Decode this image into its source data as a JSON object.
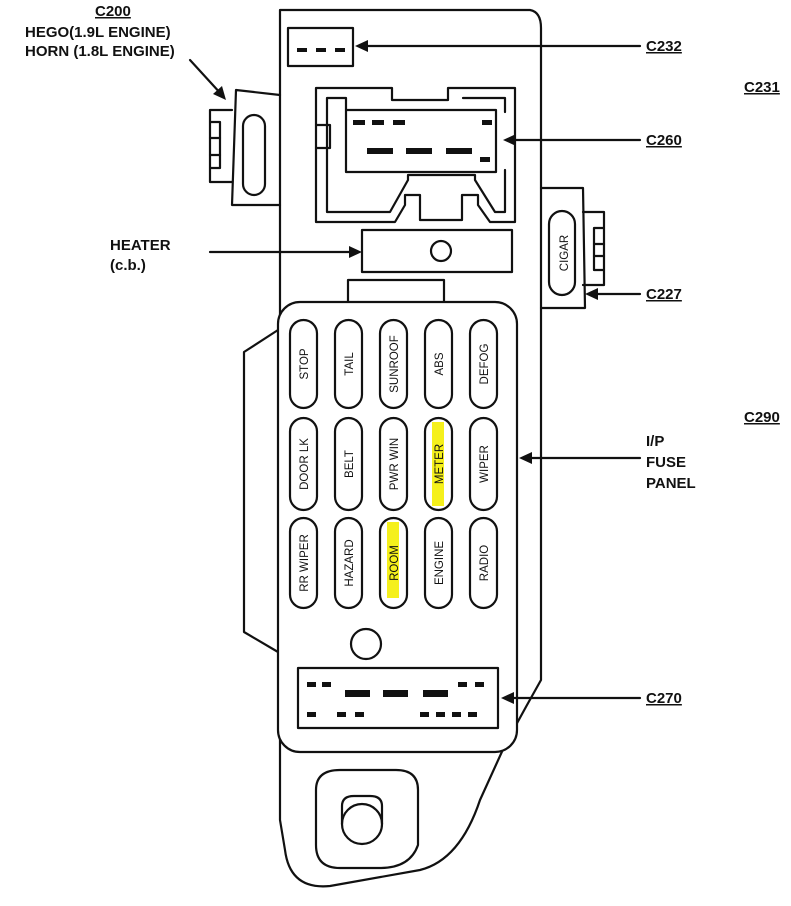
{
  "labels": {
    "c200": "C200",
    "hego": "HEGO(1.9L ENGINE)",
    "horn": "HORN (1.8L ENGINE)",
    "c232": "C232",
    "c231": "C231",
    "c260": "C260",
    "heater_1": "HEATER",
    "heater_2": "(c.b.)",
    "cigar": "CIGAR",
    "c227": "C227",
    "c290": "C290",
    "ip_1": "I/P",
    "ip_2": "FUSE",
    "ip_3": "PANEL",
    "c270": "C270"
  },
  "fuses": {
    "row1": [
      "STOP",
      "TAIL",
      "SUNROOF",
      "ABS",
      "DEFOG"
    ],
    "row2": [
      "DOOR LK",
      "BELT",
      "PWR WIN",
      "METER",
      "WIPER"
    ],
    "row3": [
      "RR WIPER",
      "HAZARD",
      "ROOM",
      "ENGINE",
      "RADIO"
    ]
  },
  "highlight_color": "#f5f01c",
  "highlighted_fuses": [
    "METER",
    "ROOM"
  ]
}
